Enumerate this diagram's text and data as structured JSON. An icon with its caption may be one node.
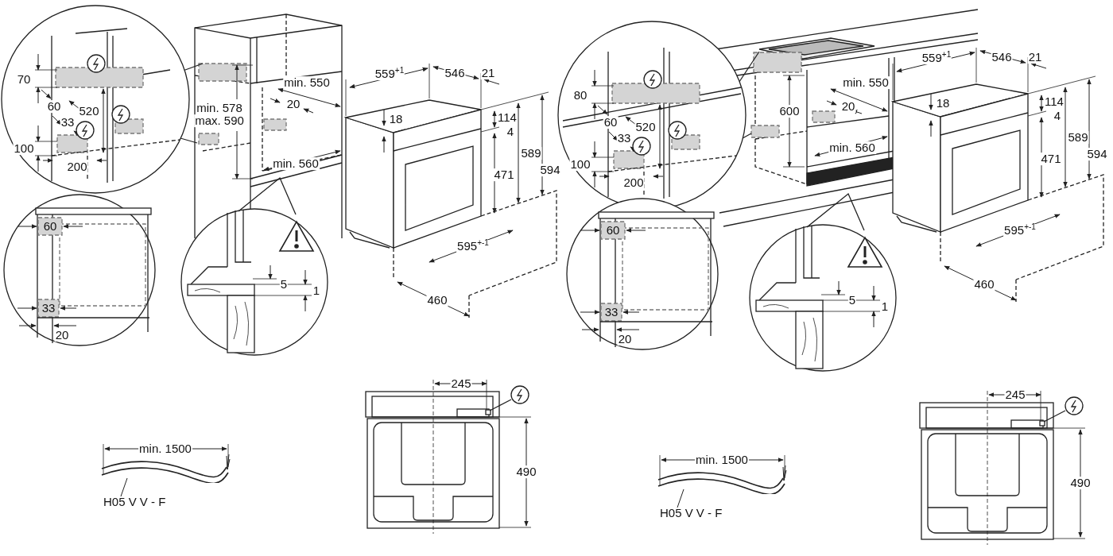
{
  "diagram": {
    "nodes": [
      {
        "text": [
          "H05 V V - F"
        ]
      },
      {
        "text": [],
        "shape": "picture"
      },
      {
        "text": [
          "H05 V V - F"
        ]
      },
      {
        "text": [],
        "shape": "picture"
      }
    ],
    "edges": [
      {
        "from": 0,
        "to": 1,
        "arrow": "none"
      },
      {
        "from": 2,
        "to": 3,
        "arrow": "none"
      }
    ],
    "labels": [
      "70",
      "60",
      "520",
      "33",
      "100",
      "200",
      "min. 578",
      "max. 590",
      "min. 550",
      "20",
      "min. 560",
      "559$^{+1}$",
      "546",
      "21",
      "18",
      "114",
      "4",
      "471",
      "589",
      "594",
      "595$^{+-1}$",
      "460",
      "60",
      "33",
      "20",
      "5",
      "1",
      "min. 1500",
      "245",
      "490",
      "80",
      "60",
      "520",
      "33",
      "100",
      "200",
      "600",
      "min. 550",
      "20",
      "min. 560",
      "559$^{+1}$",
      "546",
      "21",
      "18",
      "114",
      "4",
      "471",
      "589",
      "594",
      "595$^{+-1}$",
      "460",
      "60",
      "33",
      "20",
      "5",
      "1",
      "min. 1500",
      "245",
      "490"
    ]
  }
}
